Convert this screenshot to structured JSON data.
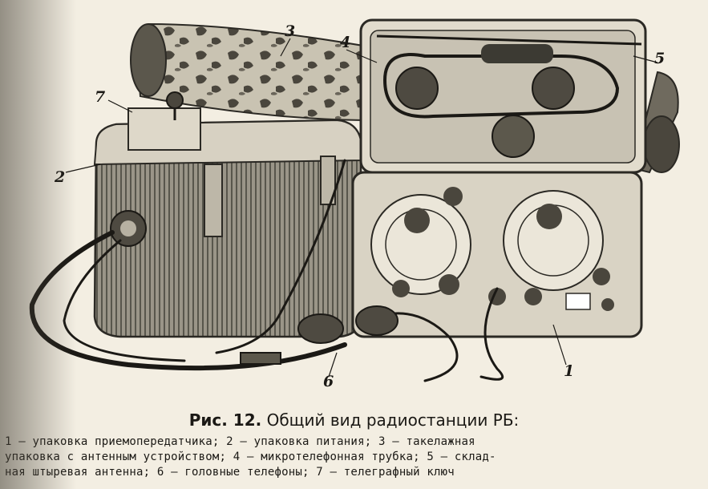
{
  "figure": {
    "labels": [
      "1",
      "2",
      "3",
      "4",
      "5",
      "6",
      "7"
    ]
  },
  "caption": {
    "prefix": "Рис. 12.",
    "title": "Общий вид радиостанции РБ:",
    "lines": [
      "1 — упаковка приемопередатчика; 2 — упаковка питания; 3 — такелажная",
      "упаковка с антенным устройством; 4 — микротелефонная трубка; 5 — склад-",
      "ная штыревая антенна; 6 — головные телефоны; 7 — телеграфный ключ"
    ]
  },
  "colors": {
    "paper": "#f3eee2",
    "ink": "#1b1915",
    "metal": "#8a8578"
  }
}
